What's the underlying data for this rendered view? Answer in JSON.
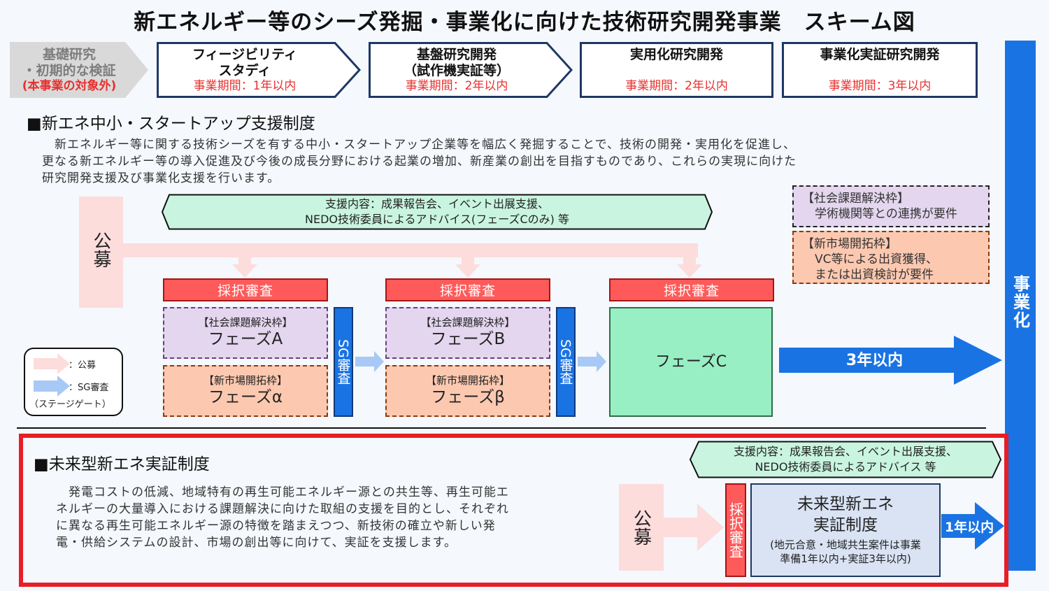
{
  "title": "新エネルギー等のシーズ発掘・事業化に向けた技術研究開発事業　スキーム図",
  "stages": [
    {
      "title_lines": [
        "基礎研究",
        "・初期的な検証"
      ],
      "period": "(本事業の対象外)"
    },
    {
      "title_lines": [
        "フィージビリティ",
        "スタディ"
      ],
      "period": "事業期間：1年以内"
    },
    {
      "title_lines": [
        "基盤研究開発",
        "（試作機実証等）"
      ],
      "period": "事業期間：2年以内"
    },
    {
      "title_lines": [
        "実用化研究開発",
        ""
      ],
      "period": "事業期間：2年以内"
    },
    {
      "title_lines": [
        "事業化実証研究開発",
        ""
      ],
      "period": "事業期間：3年以内"
    }
  ],
  "commercialization": "事業化",
  "section1": {
    "heading": "■新エネ中小・スタートアップ支援制度",
    "description_lines": [
      "　新エネルギー等に関する技術シーズを有する中小・スタートアップ企業等を幅広く発掘することで、技術の開発・実用化を促進し、",
      "更なる新エネルギー等の導入促進及び今後の成長分野における起業の増加、新産業の創出を目指すものであり、これらの実現に向けた",
      "研究開発支援及び事業化支援を行います。"
    ],
    "support_lines": [
      "支援内容：成果報告会、イベント出展支援、",
      "NEDO技術委員によるアドバイス(フェーズCのみ) 等"
    ],
    "requirements": [
      {
        "label": "【社会課題解決枠】",
        "text": "学術機関等との連携が要件"
      },
      {
        "label": "【新市場開拓枠】",
        "text_lines": [
          "VC等による出資獲得、",
          "または出資検討が要件"
        ]
      }
    ],
    "public_offering": "公募",
    "review_label": "採択審査",
    "sg_label": "SG審査",
    "phases": {
      "social": [
        {
          "sub": "【社会課題解決枠】",
          "name": "フェーズA"
        },
        {
          "sub": "【社会課題解決枠】",
          "name": "フェーズB"
        }
      ],
      "market": [
        {
          "sub": "【新市場開拓枠】",
          "name": "フェーズα"
        },
        {
          "sub": "【新市場開拓枠】",
          "name": "フェーズβ"
        }
      ],
      "c": {
        "name": "フェーズC"
      }
    },
    "duration_arrow": "3年以内",
    "legend": {
      "offering": "：公募",
      "sg": "：SG審査",
      "sg_note": "（ステージゲート）"
    }
  },
  "section2": {
    "heading": "■未来型新エネ実証制度",
    "description_lines": [
      "　発電コストの低減、地域特有の再生可能エネルギー源との共生等、再生可能エ",
      "ネルギーの大量導入における課題解決に向けた取組の支援を目的とし、それぞれ",
      "に異なる再生可能エネルギー源の特徴を踏まえつつ、新技術の確立や新しい発",
      "電・供給システムの設計、市場の創出等に向けて、実証を支援します。"
    ],
    "support_lines": [
      "支援内容：成果報告会、イベント出展支援、",
      "NEDO技術委員によるアドバイス 等"
    ],
    "public_offering": "公募",
    "review_label": "採択審査",
    "program_title_lines": [
      "未来型新エネ",
      "実証制度"
    ],
    "program_note_lines": [
      "(地元合意・地域共生案件は事業",
      "準備1年以内+実証3年以内)"
    ],
    "duration_arrow": "1年以内"
  },
  "colors": {
    "accent_blue": "#1a73e3",
    "review_red": "#ff5a5a",
    "frame_red": "#e81d25",
    "phase_c_green": "#98efc4",
    "support_green": "#c9f5e0",
    "social_purple": "#e4d6ee",
    "market_orange": "#fcc9b0",
    "offering_pink": "#fddcdc",
    "sg_arrow_blue": "#a8c9f5"
  }
}
